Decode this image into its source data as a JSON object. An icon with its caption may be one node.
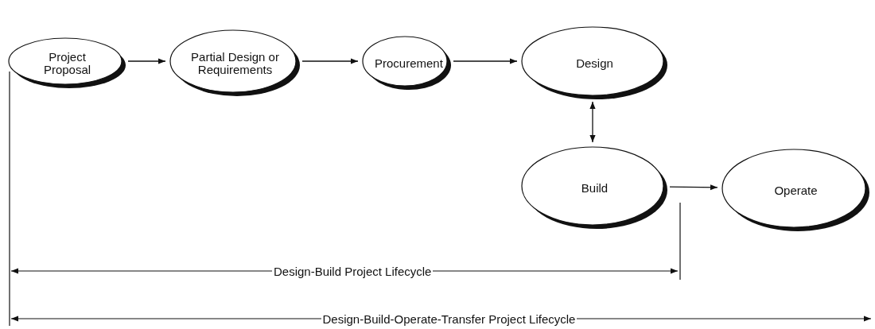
{
  "diagram": {
    "nodes": [
      {
        "text": [
          "Project Proposal"
        ]
      },
      {
        "text": [
          "Partial Design or Requirements"
        ]
      },
      {
        "text": [
          "Procurement"
        ]
      },
      {
        "text": [
          "Design"
        ]
      },
      {
        "text": [
          "Build"
        ]
      },
      {
        "text": [
          "Operate"
        ]
      }
    ],
    "edges": [
      {
        "from": 0,
        "to": 1,
        "arrow": "to"
      },
      {
        "from": 1,
        "to": 2,
        "arrow": "to"
      },
      {
        "from": 2,
        "to": 3,
        "arrow": "to"
      },
      {
        "from": 3,
        "to": 4,
        "arrow": "both"
      },
      {
        "from": 4,
        "to": 5,
        "arrow": "to"
      }
    ],
    "labels": [
      "Design-Build Project Lifecycle",
      "Design-Build-Operate-Transfer Project Lifecycle"
    ]
  }
}
